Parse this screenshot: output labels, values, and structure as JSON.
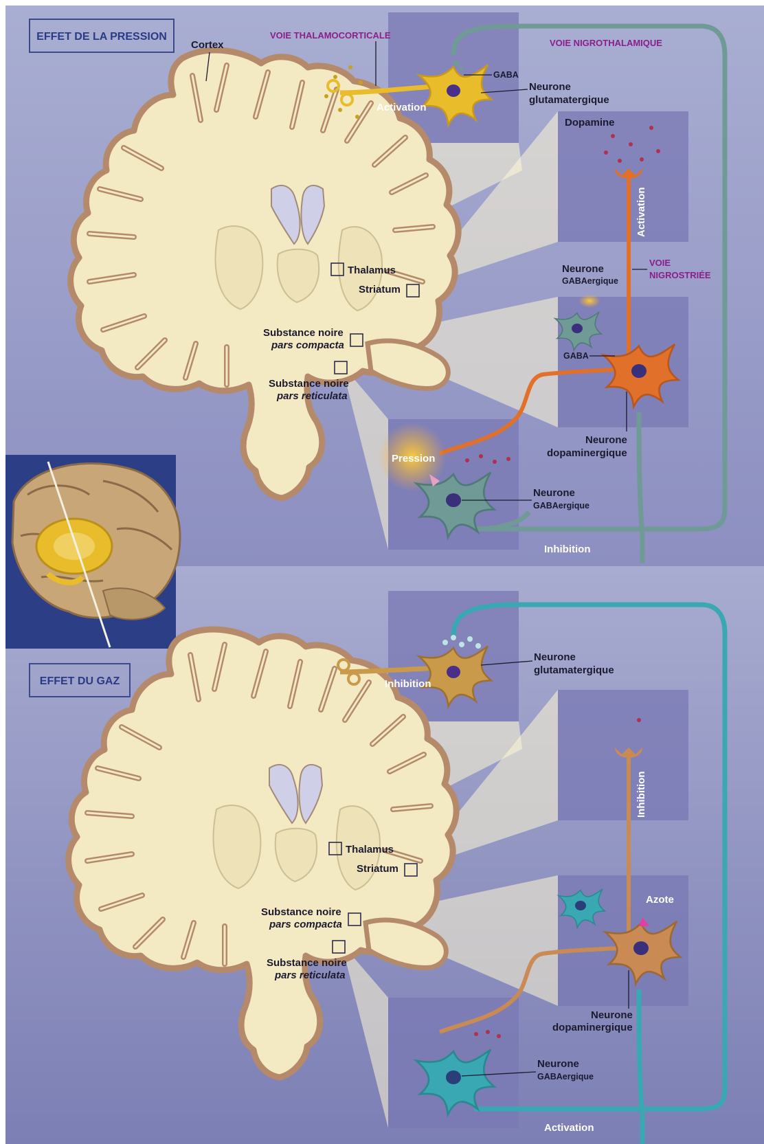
{
  "colors": {
    "background": "#a5a9cc",
    "brain_tissue": "#f3e9c2",
    "brain_outline": "#b48a6a",
    "glutamatergic_neuron_top": "#e8bc2a",
    "glutamatergic_neuron_bottom": "#c99a4a",
    "dopaminergic_neuron_top": "#e0702a",
    "dopaminergic_neuron_bottom": "#c98a54",
    "gabaergic_neuron_top": "#6f9a96",
    "gabaergic_neuron_bottom": "#3aa8b2",
    "pathway_label": "#8b1e8b",
    "panel_title": "#2a3b86"
  },
  "top_panel": {
    "title": "EFFET DE LA PRESSION",
    "labels": {
      "cortex": "Cortex",
      "voie_thalamocorticale": "VOIE THALAMOCORTICALE",
      "voie_nigrothalamique": "VOIE NIGROTHALAMIQUE",
      "voie_nigrostriee_1": "VOIE",
      "voie_nigrostriee_2": "NIGROSTRIÉE",
      "gaba_1": "GABA",
      "gaba_2": "GABA",
      "activation_cortex": "Activation",
      "activation_dopamine": "Activation",
      "inhibition": "Inhibition",
      "pression": "Pression",
      "dopamine": "Dopamine",
      "neurone_glut_1": "Neurone",
      "neurone_glut_2": "glutamatergique",
      "neurone_gaba_striatum_1": "Neurone",
      "neurone_gaba_striatum_2": "GABAergique",
      "neurone_dopa_1": "Neurone",
      "neurone_dopa_2": "dopaminergique",
      "neurone_gaba_nigra_1": "Neurone",
      "neurone_gaba_nigra_2": "GABAergique",
      "thalamus": "Thalamus",
      "striatum": "Striatum",
      "substance_noire_compacta_1": "Substance noire",
      "substance_noire_compacta_2": "pars compacta",
      "substance_noire_reticulata_1": "Substance noire",
      "substance_noire_reticulata_2": "pars reticulata"
    }
  },
  "bottom_panel": {
    "title": "EFFET DU GAZ",
    "labels": {
      "inhibition_cortex": "Inhibition",
      "inhibition_dopamine": "Inhibition",
      "activation": "Activation",
      "azote": "Azote",
      "neurone_glut_1": "Neurone",
      "neurone_glut_2": "glutamatergique",
      "neurone_dopa_1": "Neurone",
      "neurone_dopa_2": "dopaminergique",
      "neurone_gaba_nigra_1": "Neurone",
      "neurone_gaba_nigra_2": "GABAergique",
      "thalamus": "Thalamus",
      "striatum": "Striatum",
      "substance_noire_compacta_1": "Substance noire",
      "substance_noire_compacta_2": "pars compacta",
      "substance_noire_reticulata_1": "Substance noire",
      "substance_noire_reticulata_2": "pars reticulata"
    }
  }
}
